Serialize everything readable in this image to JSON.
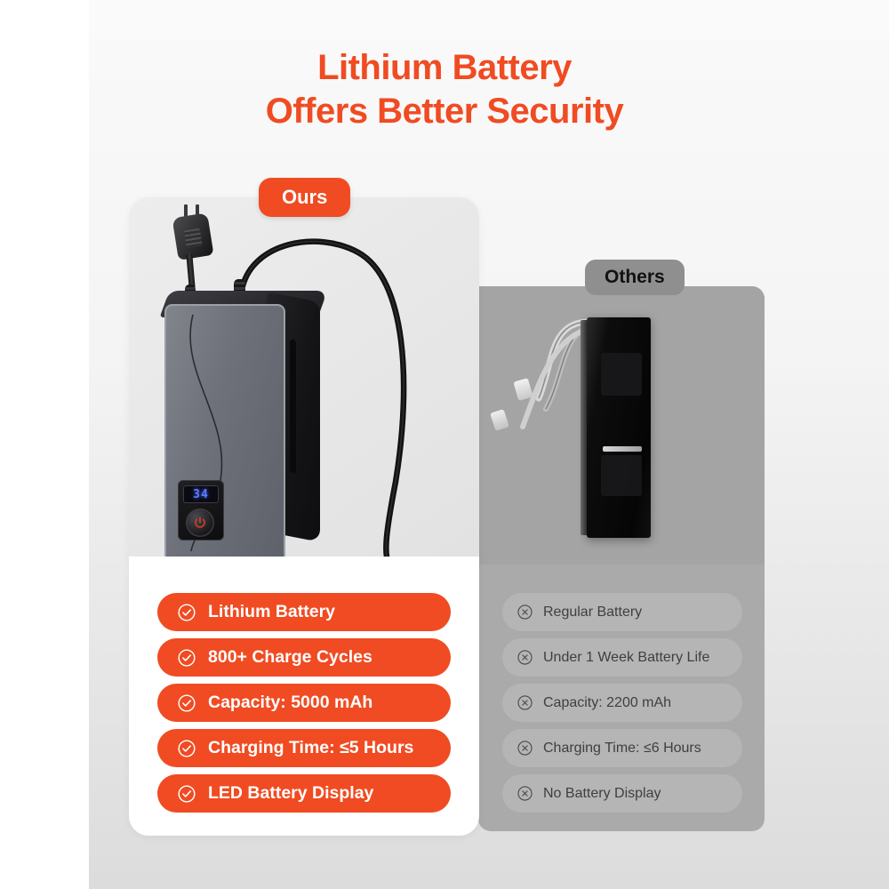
{
  "page": {
    "background_color": "#ffffff",
    "accent_color": "#F04B22",
    "muted_color": "#b5b5b5"
  },
  "title": {
    "line1": "Lithium Battery",
    "line2": "Offers Better Security",
    "color": "#F04B22"
  },
  "ours": {
    "badge_label": "Ours",
    "badge_color": "#F04B22",
    "badge_text_color": "#ffffff",
    "product": {
      "name": "lithium-battery-charger-pack",
      "led_display_value": "34",
      "led_color": "#5b7bff",
      "power_button_color": "#e23b26",
      "body_color": "#6e717a"
    },
    "features": [
      {
        "icon": "check-circle-icon",
        "label": "Lithium Battery"
      },
      {
        "icon": "check-circle-icon",
        "label": "800+ Charge Cycles"
      },
      {
        "icon": "check-circle-icon",
        "label": "Capacity: 5000 mAh"
      },
      {
        "icon": "check-circle-icon",
        "label": "Charging Time: ≤5 Hours"
      },
      {
        "icon": "check-circle-icon",
        "label": "LED Battery Display"
      }
    ]
  },
  "others": {
    "badge_label": "Others",
    "badge_color": "#8f8f8f",
    "badge_text_color": "#111111",
    "product": {
      "name": "regular-battery-pack",
      "body_color": "#0d0d0e"
    },
    "features": [
      {
        "icon": "x-circle-icon",
        "label": "Regular Battery"
      },
      {
        "icon": "x-circle-icon",
        "label": "Under 1 Week Battery Life"
      },
      {
        "icon": "x-circle-icon",
        "label": "Capacity: 2200 mAh"
      },
      {
        "icon": "x-circle-icon",
        "label": "Charging Time: ≤6 Hours"
      },
      {
        "icon": "x-circle-icon",
        "label": "No Battery Display"
      }
    ]
  }
}
